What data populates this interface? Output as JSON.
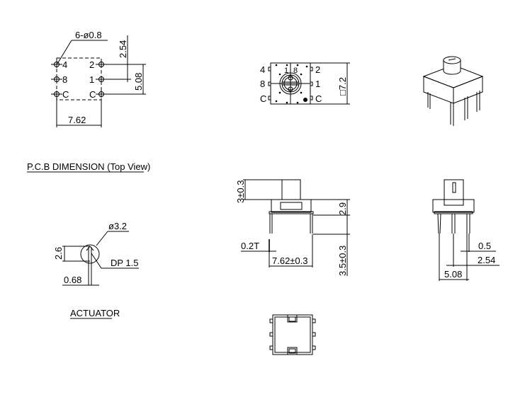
{
  "drawing": {
    "pcb_view": {
      "title": "P.C.B DIMENSION (Top View)",
      "hole_note": "6-ø0.8",
      "pin_labels_left": [
        "4",
        "8",
        "C"
      ],
      "pin_labels_right": [
        "2",
        "1",
        "C"
      ],
      "dim_width": "7.62",
      "dim_pitch": "2.54",
      "dim_height": "5.08"
    },
    "top_view": {
      "pin_labels_left": [
        "4",
        "8",
        "C"
      ],
      "pin_labels_right": [
        "2",
        "1",
        "C"
      ],
      "dial_numbers": [
        "1",
        "8"
      ],
      "dim_square": "□7.2"
    },
    "actuator_view": {
      "title": "ACTUATOR",
      "dim_diameter": "ø3.2",
      "dim_height": "2.6",
      "dim_slot": "0.68",
      "dim_dp": "DP 1.5"
    },
    "front_view": {
      "dim_actuator_height": "3±0.3",
      "dim_body_height": "2.9",
      "dim_pin_thickness": "0.2T",
      "dim_pin_span": "7.62±0.3",
      "dim_pin_length": "3.5±0.3"
    },
    "side_view": {
      "dim_pin_width": "0.5",
      "dim_pitch": "2.54",
      "dim_span": "5.08"
    },
    "bottom_view": {}
  }
}
